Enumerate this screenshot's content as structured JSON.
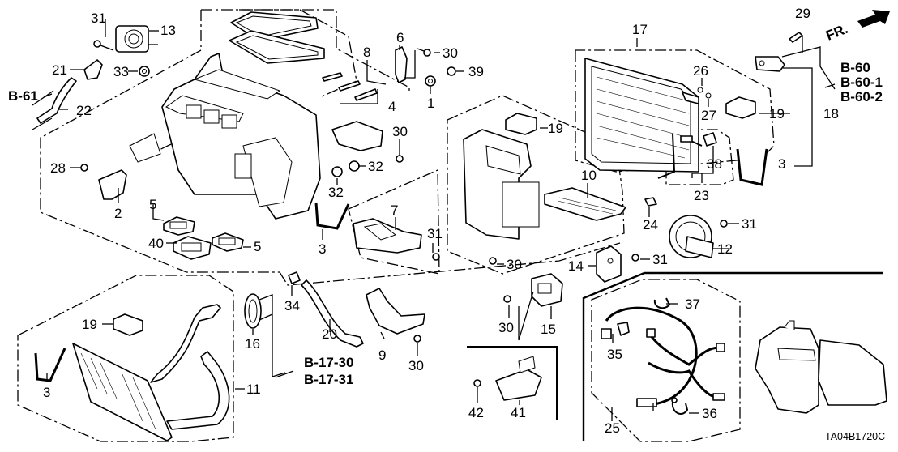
{
  "diagram": {
    "type": "exploded-parts-diagram",
    "subject": "Heater unit / A/C evaporator assembly",
    "diagram_code": "TA04B1720C",
    "direction_indicator": "FR.",
    "labels": {
      "p1": "1",
      "p2": "2",
      "p3a": "3",
      "p3b": "3",
      "p3c": "3",
      "p4": "4",
      "p5a": "5",
      "p5b": "5",
      "p6": "6",
      "p7": "7",
      "p8": "8",
      "p9": "9",
      "p10": "10",
      "p11": "11",
      "p12": "12",
      "p13": "13",
      "p14": "14",
      "p15": "15",
      "p16": "16",
      "p17": "17",
      "p18": "18",
      "p19a": "19",
      "p19b": "19",
      "p19c": "19",
      "p20": "20",
      "p21": "21",
      "p22": "22",
      "p23": "23",
      "p24": "24",
      "p25": "25",
      "p26": "26",
      "p27": "27",
      "p28": "28",
      "p29": "29",
      "p30a": "30",
      "p30b": "30",
      "p30c": "30",
      "p30d": "30",
      "p30e": "30",
      "p31a": "31",
      "p31b": "31",
      "p31c": "31",
      "p31d": "31",
      "p32a": "32",
      "p32b": "32",
      "p33": "33",
      "p34": "34",
      "p35": "35",
      "p36": "36",
      "p37": "37",
      "p38": "38",
      "p39": "39",
      "p40": "40",
      "p41": "41",
      "p42": "42"
    },
    "references": {
      "b61": "B-61",
      "b60": "B-60",
      "b60_1": "B-60-1",
      "b60_2": "B-60-2",
      "b17_30": "B-17-30",
      "b17_31": "B-17-31"
    }
  }
}
